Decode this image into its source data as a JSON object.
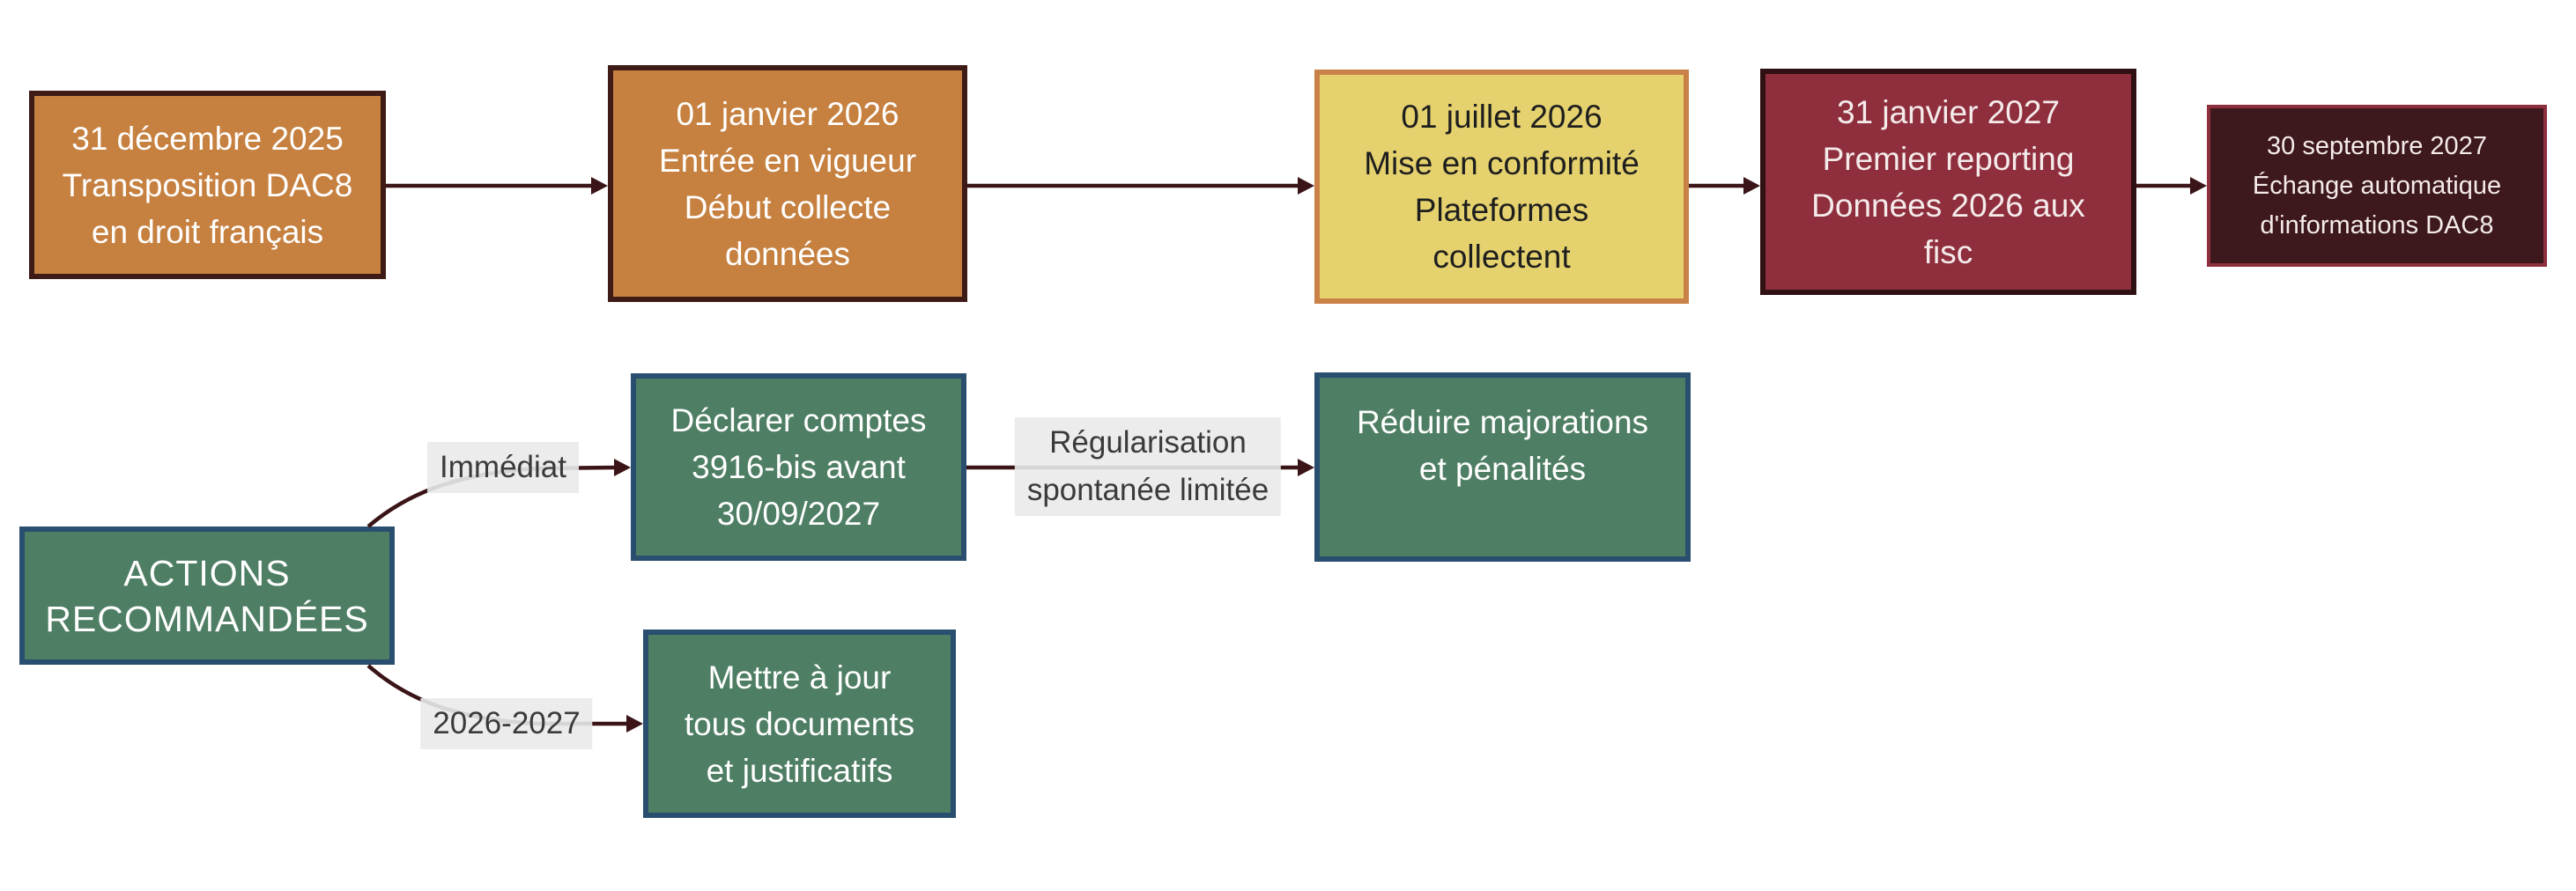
{
  "colors": {
    "arrow": "#3A1416",
    "orange_fill": "#C6803F",
    "orange_border": "#3F1B17",
    "yellow_fill": "#E5D26E",
    "yellow_border": "#C98147",
    "red_fill": "#8F2F3E",
    "red_border": "#2F1013",
    "dark_maroon_fill": "#3D181C",
    "dark_maroon_border": "#8E2F3D",
    "green_fill": "#4E7E63",
    "green_border": "#2A4E70",
    "label_background": "#EAEAEA",
    "label_text": "#3A3A3A"
  },
  "timeline": {
    "milestones": [
      {
        "lines": [
          "31 décembre 2025",
          "Transposition DAC8",
          "en droit français"
        ]
      },
      {
        "lines": [
          "01 janvier 2026",
          "Entrée en vigueur",
          "Début collecte",
          "données"
        ]
      },
      {
        "lines": [
          "01 juillet 2026",
          "Mise en conformité",
          "Plateformes",
          "collectent"
        ]
      },
      {
        "lines": [
          "31 janvier 2027",
          "Premier reporting",
          "Données 2026 aux",
          "fisc"
        ]
      },
      {
        "lines": [
          "30 septembre 2027",
          "Échange automatique",
          "d'informations DAC8"
        ]
      }
    ]
  },
  "actions": {
    "root": {
      "lines": [
        "ACTIONS",
        "RECOMMANDÉES"
      ]
    },
    "branch_immediate": {
      "label": "Immédiat",
      "step1": {
        "lines": [
          "Déclarer comptes",
          "3916-bis avant",
          "30/09/2027"
        ]
      },
      "note": {
        "lines": [
          "Régularisation",
          "spontanée limitée"
        ]
      },
      "step2": {
        "lines": [
          "Réduire majorations",
          "et pénalités"
        ]
      }
    },
    "branch_2026_2027": {
      "label": "2026-2027",
      "step1": {
        "lines": [
          "Mettre à jour",
          "tous documents",
          "et justificatifs"
        ]
      }
    }
  }
}
